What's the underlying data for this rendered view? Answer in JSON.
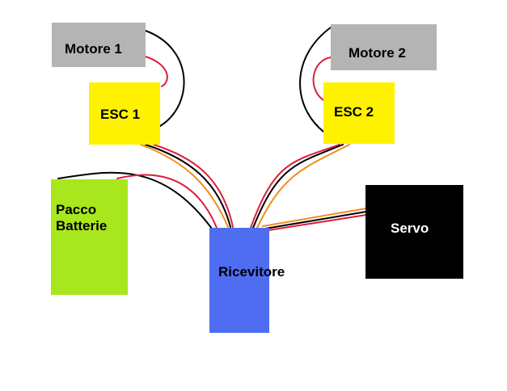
{
  "diagram": {
    "title": "",
    "colors": {
      "motor": "#b4b4b4",
      "esc": "#fff200",
      "battery": "#a8e61d",
      "receiver": "#4f6df0",
      "servo": "#000000",
      "wire_black": "#000000",
      "wire_red": "#dc1e3c",
      "wire_orange": "#f08c1e"
    },
    "nodes": [
      {
        "id": "motore1",
        "label": "Motore 1",
        "text_color": "#000000"
      },
      {
        "id": "esc1",
        "label": "ESC 1",
        "text_color": "#000000"
      },
      {
        "id": "motore2",
        "label": "Motore 2",
        "text_color": "#000000"
      },
      {
        "id": "esc2",
        "label": "ESC 2",
        "text_color": "#000000"
      },
      {
        "id": "batteria",
        "label": "Pacco\nBatterie",
        "text_color": "#000000"
      },
      {
        "id": "ricevitore",
        "label": "Ricevitore",
        "text_color": "#000000"
      },
      {
        "id": "servo",
        "label": "Servo",
        "text_color": "#ffffff"
      }
    ],
    "edges": [
      {
        "from": "motore1",
        "to": "esc1",
        "wires": [
          "black",
          "red"
        ]
      },
      {
        "from": "motore2",
        "to": "esc2",
        "wires": [
          "black",
          "red"
        ]
      },
      {
        "from": "esc1",
        "to": "ricevitore",
        "wires": [
          "orange",
          "black",
          "red"
        ]
      },
      {
        "from": "esc2",
        "to": "ricevitore",
        "wires": [
          "red",
          "black",
          "orange"
        ]
      },
      {
        "from": "batteria",
        "to": "ricevitore",
        "wires": [
          "black",
          "red"
        ]
      },
      {
        "from": "servo",
        "to": "ricevitore",
        "wires": [
          "orange",
          "black",
          "red"
        ]
      }
    ]
  }
}
